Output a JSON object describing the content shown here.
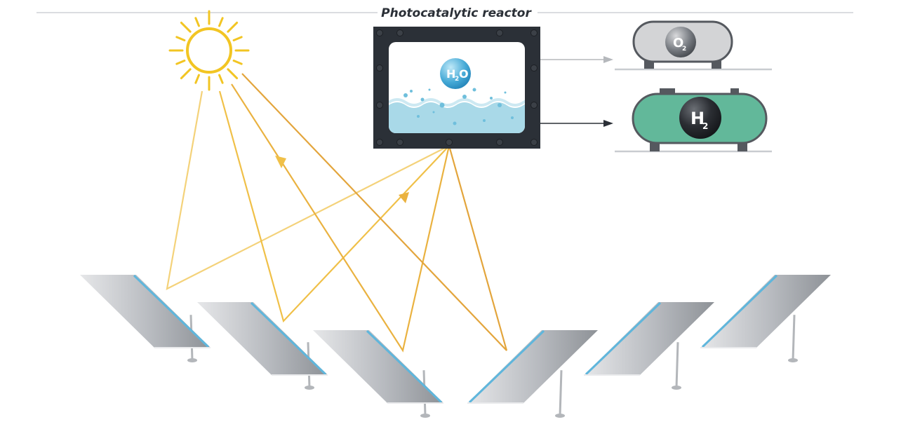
{
  "diagram": {
    "title": "Photocatalytic reactor",
    "molecules": {
      "water": {
        "main": "H",
        "sub": "2",
        "tail": "O"
      },
      "oxygen": {
        "main": "O",
        "sub": "2"
      },
      "hydrogen": {
        "main": "H",
        "sub": "2"
      }
    },
    "colors": {
      "sun": "#f2c523",
      "ray_light": "#f4d27a",
      "ray_mid": "#f0c048",
      "ray_dark": "#e3a53c",
      "reactor_frame": "#2b3037",
      "water": "#a9d9e8",
      "oxygen_tank": "#d3d4d6",
      "hydrogen_tank": "#62b89a",
      "tank_outline": "#55595f",
      "mirror_face": "#b9bcc1",
      "mirror_edge": "#5fb6dc"
    },
    "mirror_count": 6
  }
}
